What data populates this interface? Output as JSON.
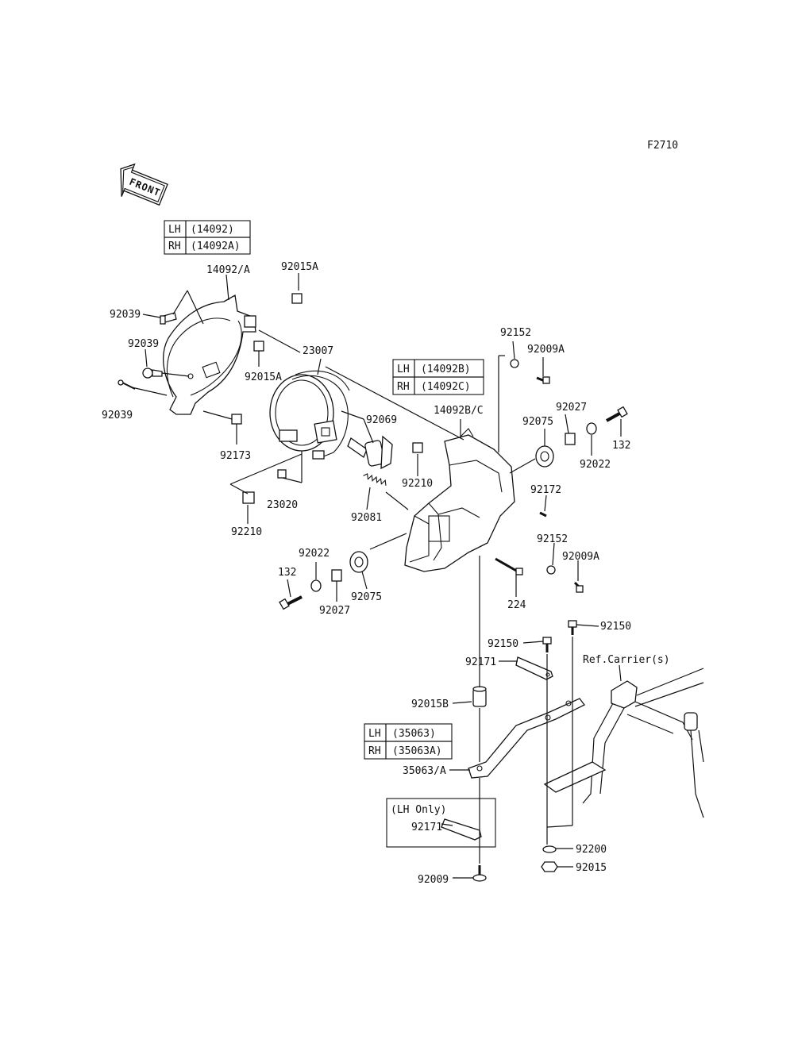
{
  "figure_code": "F2710",
  "front_arrow_label": "FRONT",
  "tables": {
    "cover": [
      [
        "LH",
        "(14092)"
      ],
      [
        "RH",
        "(14092A)"
      ]
    ],
    "housing": [
      [
        "LH",
        "(14092B)"
      ],
      [
        "RH",
        "(14092C)"
      ]
    ],
    "bracket": [
      [
        "LH",
        "(35063)"
      ],
      [
        "RH",
        "(35063A)"
      ]
    ]
  },
  "lh_only_label": "(LH Only)",
  "ref_label": "Ref.Carrier(s)",
  "callouts": {
    "p14092A": "14092/A",
    "p92015A_top": "92015A",
    "p92039_a": "92039",
    "p92039_b": "92039",
    "p92039_c": "92039",
    "p23007": "23007",
    "p92015A_mid": "92015A",
    "p92152_top": "92152",
    "p92009A_top": "92009A",
    "p14092BC": "14092B/C",
    "p92069": "92069",
    "p92173": "92173",
    "p92027_right": "92027",
    "p92075_right": "92075",
    "p132_right": "132",
    "p92022_right": "92022",
    "p92210_mid": "92210",
    "p23020": "23020",
    "p92210_low": "92210",
    "p92081": "92081",
    "p92172": "92172",
    "p92152_low": "92152",
    "p92009A_low": "92009A",
    "p92022_left": "92022",
    "p132_left": "132",
    "p92075_left": "92075",
    "p92027_left": "92027",
    "p224": "224",
    "p92150_right": "92150",
    "p92150_left": "92150",
    "p92171_top": "92171",
    "p92015B": "92015B",
    "p35063A": "35063/A",
    "p92171_low": "92171",
    "p92200": "92200",
    "p92015": "92015",
    "p92009": "92009"
  }
}
